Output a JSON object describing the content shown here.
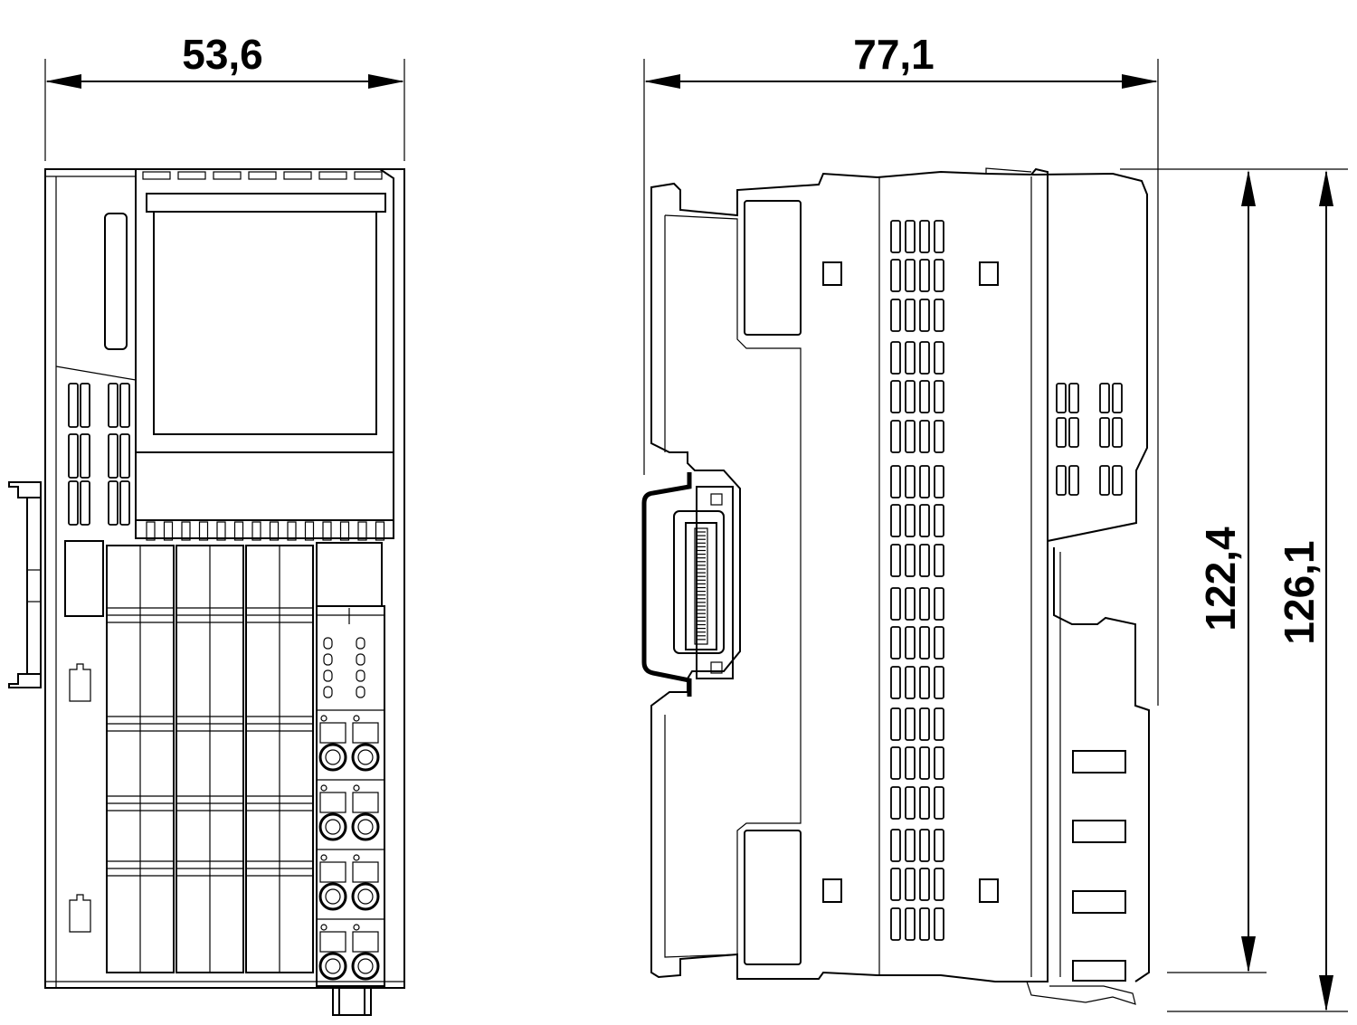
{
  "dimensions": {
    "front_width": "53,6",
    "side_depth": "77,1",
    "height_inner": "122,4",
    "height_outer": "126,1"
  },
  "colors": {
    "line": "#000000",
    "background": "#ffffff"
  }
}
